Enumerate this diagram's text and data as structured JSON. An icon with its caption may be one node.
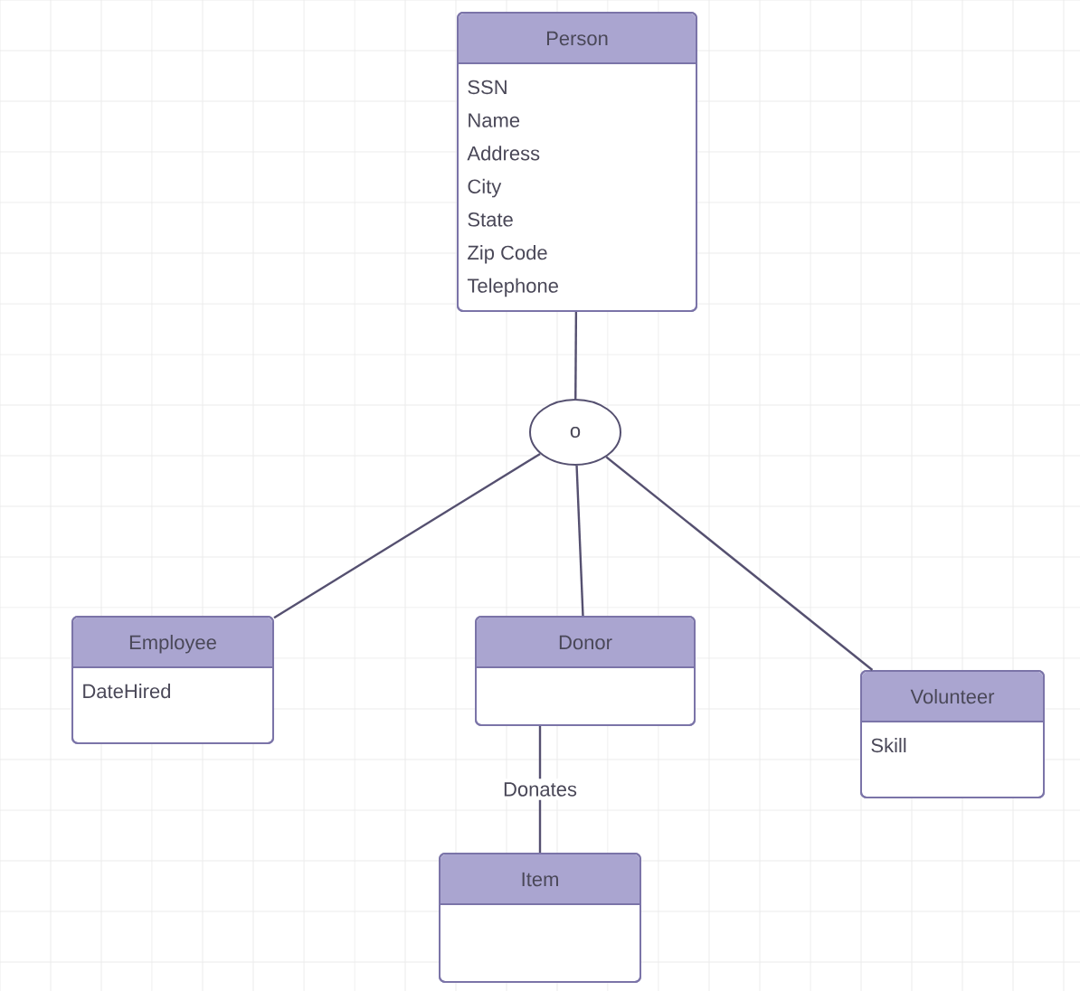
{
  "diagram": {
    "nodes": [
      {
        "text": [
          "Person",
          "SSN",
          "Name",
          "Address",
          "City",
          "State",
          "Zip Code",
          "Telephone"
        ]
      },
      {
        "text": [
          "o"
        ]
      },
      {
        "text": [
          "Employee",
          "DateHired"
        ]
      },
      {
        "text": [
          "Donor"
        ]
      },
      {
        "text": [
          "Volunteer",
          "Skill"
        ]
      },
      {
        "text": [
          "Item"
        ]
      }
    ],
    "edges": [
      {
        "from": 0,
        "to": 1,
        "arrow": "none"
      },
      {
        "from": 1,
        "to": 2,
        "arrow": "none"
      },
      {
        "from": 1,
        "to": 3,
        "arrow": "none"
      },
      {
        "from": 1,
        "to": 4,
        "arrow": "none"
      },
      {
        "from": 3,
        "to": 5,
        "label": "Donates",
        "arrow": "none"
      }
    ]
  }
}
